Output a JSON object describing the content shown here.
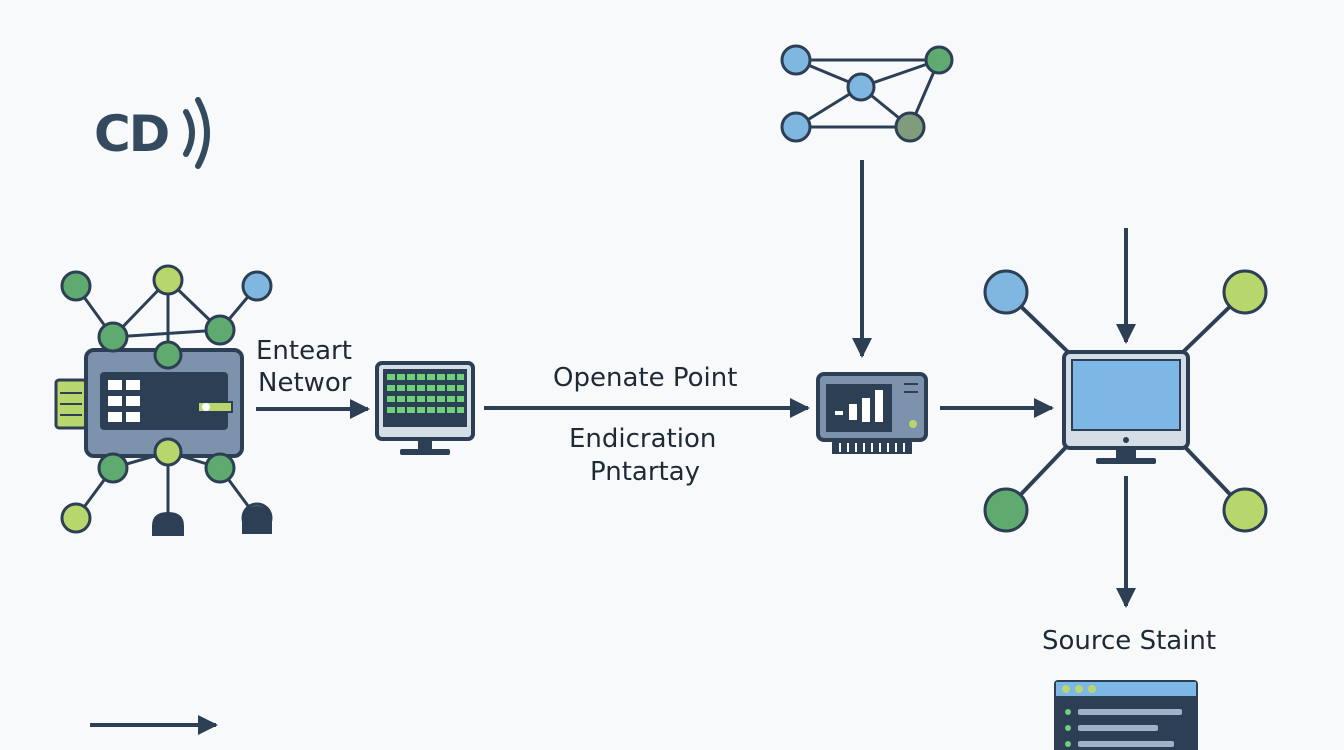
{
  "logo": {
    "text": "CD",
    "icon": "broadcast-waves-icon"
  },
  "labels": {
    "entry_network_line1": "Enteart",
    "entry_network_line2": "Networ",
    "operate_point": "Openate Point",
    "endication_line1": "Endicration",
    "endication_line2": "Pntartay",
    "source_staint": "Source Staint"
  },
  "colors": {
    "line": "#2d3f55",
    "node_green": "#5eaa6f",
    "node_lime": "#b7d66b",
    "node_blue": "#7fb7e0",
    "device_body": "#7d92ad",
    "screen_green": "#6fd07a",
    "screen_blue": "#7db7e6",
    "background": "#f7f9fa"
  },
  "icons": [
    "network-hub-icon",
    "monitor-icon",
    "router-icon",
    "desktop-computer-icon",
    "mesh-network-icon",
    "document-window-icon",
    "arrow-right-icon"
  ]
}
